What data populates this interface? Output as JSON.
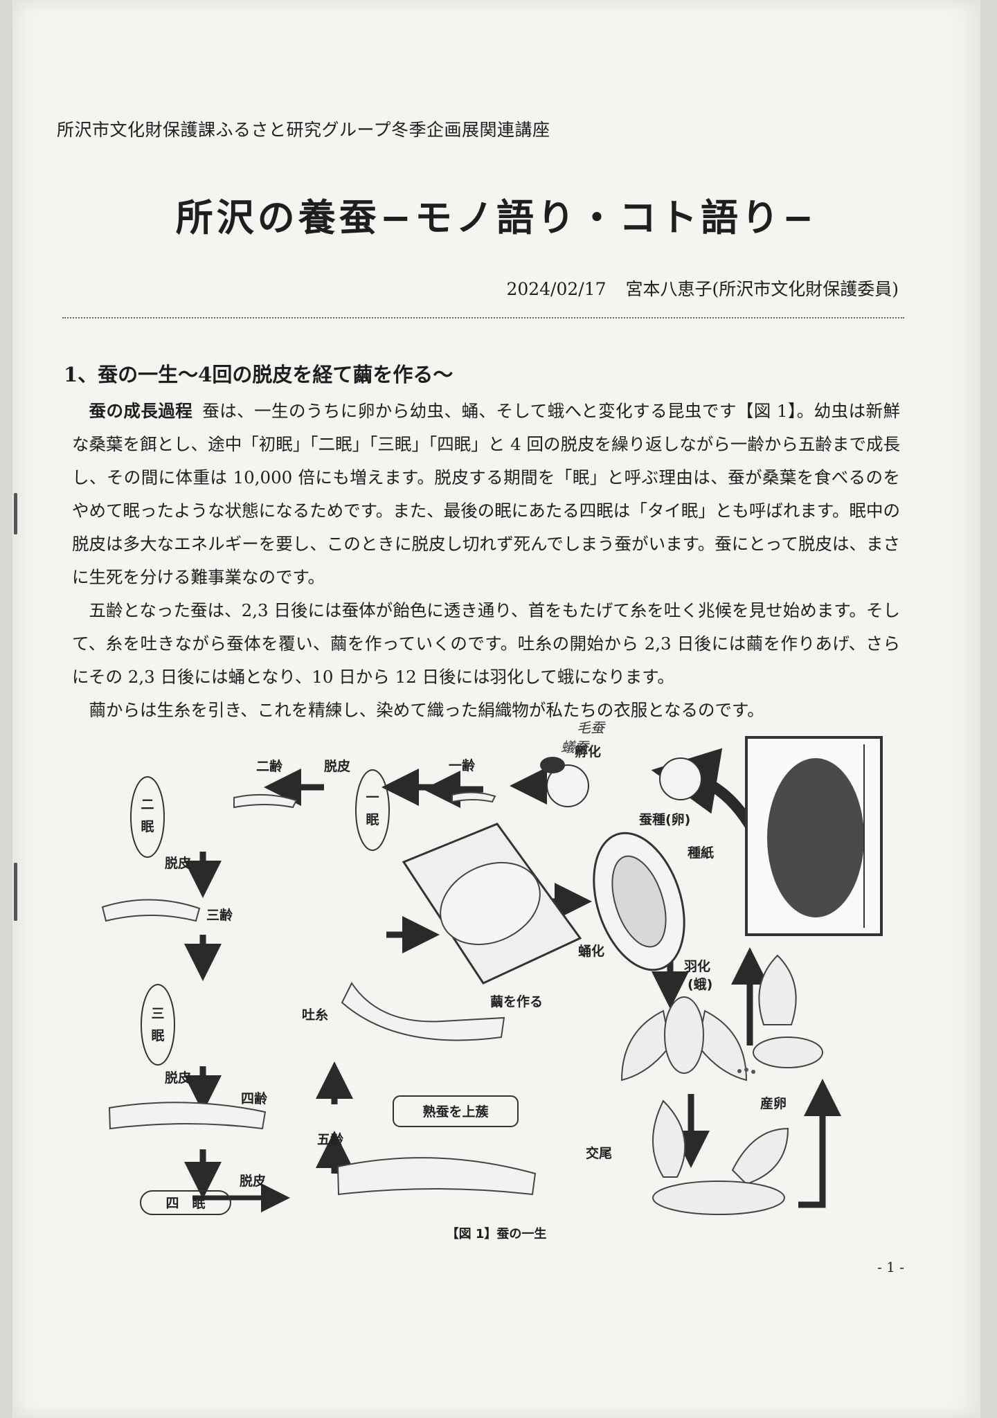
{
  "header": {
    "organization_line": "所沢市文化財保護課ふるさと研究グループ冬季企画展関連講座",
    "title": "所沢の養蚕−モノ語り・コト語り−",
    "date": "2024/02/17",
    "author": "宮本八恵子(所沢市文化財保護委員)"
  },
  "section": {
    "heading": "1、蚕の一生〜4回の脱皮を経て繭を作る〜",
    "lead": "蚕の成長過程",
    "paragraphs": [
      "蚕は、一生のうちに卵から幼虫、蛹、そして蛾へと変化する昆虫です【図 1】。幼虫は新鮮な桑葉を餌とし、途中「初眠」「二眠」「三眠」「四眠」と 4 回の脱皮を繰り返しながら一齢から五齢まで成長し、その間に体重は 10,000 倍にも増えます。脱皮する期間を「眠」と呼ぶ理由は、蚕が桑葉を食べるのをやめて眠ったような状態になるためです。また、最後の眠にあたる四眠は「タイ眠」とも呼ばれます。眠中の脱皮は多大なエネルギーを要し、このときに脱皮し切れず死んでしまう蚕がいます。蚕にとって脱皮は、まさに生死を分ける難事業なのです。",
      "五齢となった蚕は、2,3 日後には蚕体が飴色に透き通り、首をもたげて糸を吐く兆候を見せ始めます。そして、糸を吐きながら蚕体を覆い、繭を作っていくのです。吐糸の開始から 2,3 日後には繭を作りあげ、さらにその 2,3 日後には蛹となり、10 日から 12 日後には羽化して蛾になります。",
      "繭からは生糸を引き、これを精練し、染めて織った絹織物が私たちの衣服となるのです。"
    ]
  },
  "figure": {
    "caption": "【図 1】蚕の一生",
    "labels": {
      "ni_min_1": "二",
      "ni_min_2": "眠",
      "nirei": "二齢",
      "dappi_top": "脱皮",
      "ichi_min_1": "一",
      "ichi_min_2": "眠",
      "ichirei": "一齢",
      "fuka": "孵化",
      "sanshu": "蚕種(卵)",
      "taneshi": "種紙",
      "dappi_left1": "脱皮",
      "sanrei": "三齢",
      "san_min_1": "三",
      "san_min_2": "眠",
      "dappi_left2": "脱皮",
      "yonrei": "四齢",
      "yon_min": "四　眠",
      "dappi_bottom": "脱皮",
      "gorei": "五齢",
      "joukei": "熟蚕を上蔟",
      "toshi": "吐糸",
      "mayu": "繭を作る",
      "youka": "蛹化",
      "uka_1": "羽化",
      "uka_2": "(蛾)",
      "sanran": "産卵",
      "koubi": "交尾"
    },
    "handwritten_note_1": "毛蚕",
    "handwritten_note_2": "蟻蚕"
  },
  "footer": {
    "page_number": "- 1 -"
  }
}
